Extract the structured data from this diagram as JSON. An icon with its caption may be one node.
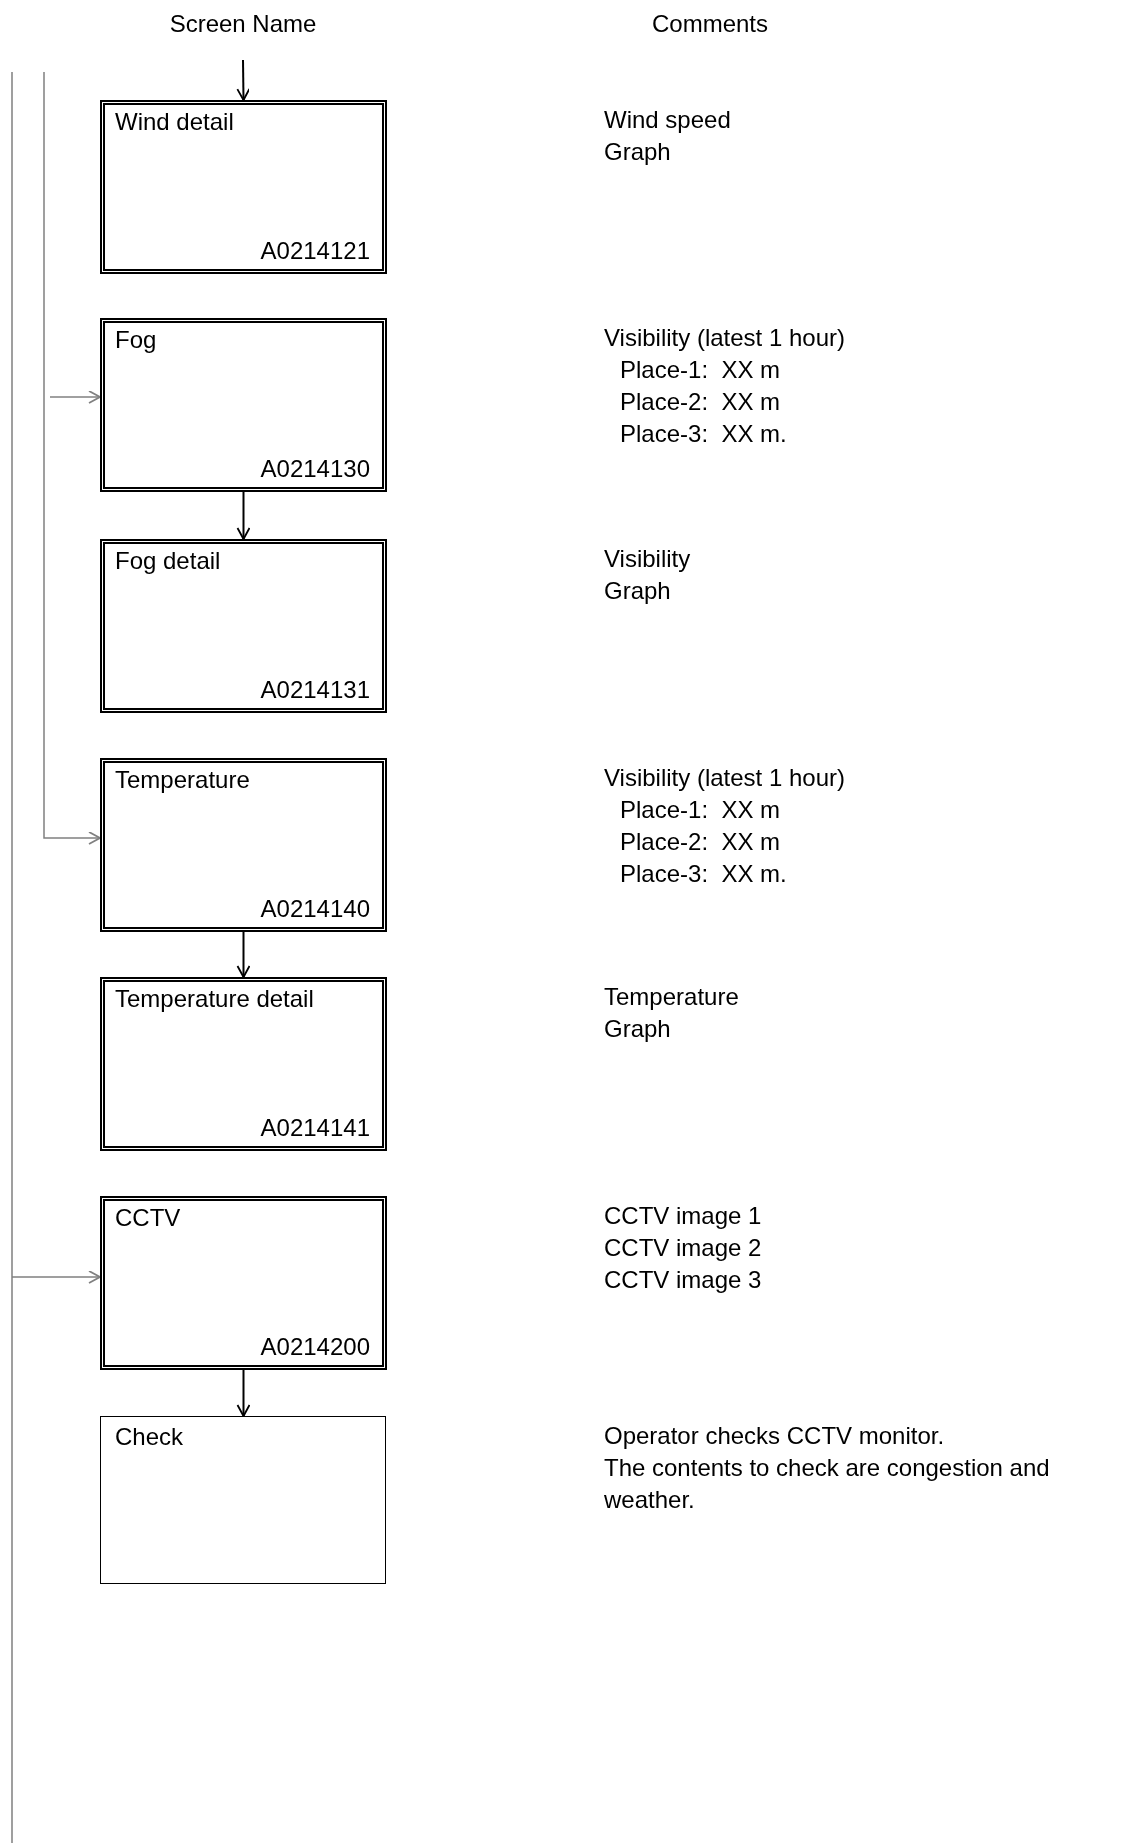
{
  "diagram": {
    "nodes": [
      {
        "text": [
          "Wind detail",
          "A0214121"
        ],
        "beside": [
          "Wind speed",
          "Graph"
        ]
      },
      {
        "text": [
          "Fog",
          "A0214130"
        ],
        "beside": [
          "Visibility (latest 1 hour)",
          "Place-1:  XX m",
          "Place-2:  XX m",
          "Place-3:  XX m."
        ]
      },
      {
        "text": [
          "Fog detail",
          "A0214131"
        ],
        "beside": [
          "Visibility",
          "Graph"
        ]
      },
      {
        "text": [
          "Temperature",
          "A0214140"
        ],
        "beside": [
          "Visibility (latest 1 hour)",
          "Place-1:  XX m",
          "Place-2:  XX m",
          "Place-3:  XX m."
        ]
      },
      {
        "text": [
          "Temperature detail",
          "A0214141"
        ],
        "beside": [
          "Temperature",
          "Graph"
        ]
      },
      {
        "text": [
          "CCTV",
          "A0214200"
        ],
        "beside": [
          "CCTV image 1",
          "CCTV image 2",
          "CCTV image 3"
        ]
      },
      {
        "text": [
          "Check"
        ],
        "beside": [
          "Operator checks CCTV monitor.",
          "The contents to check are congestion and weather."
        ]
      }
    ],
    "edges": [
      {
        "from": null,
        "to": 0,
        "arrow": "to"
      },
      {
        "from": null,
        "to": 1,
        "arrow": "to",
        "color": "#808080"
      },
      {
        "from": 1,
        "to": 2,
        "arrow": "to"
      },
      {
        "from": null,
        "to": 3,
        "arrow": "to",
        "color": "#808080"
      },
      {
        "from": 3,
        "to": 4,
        "arrow": "to"
      },
      {
        "from": null,
        "to": 5,
        "arrow": "to",
        "color": "#808080"
      },
      {
        "from": 5,
        "to": 6,
        "arrow": "to"
      }
    ],
    "labels": [
      "Screen Name",
      "Comments"
    ]
  }
}
